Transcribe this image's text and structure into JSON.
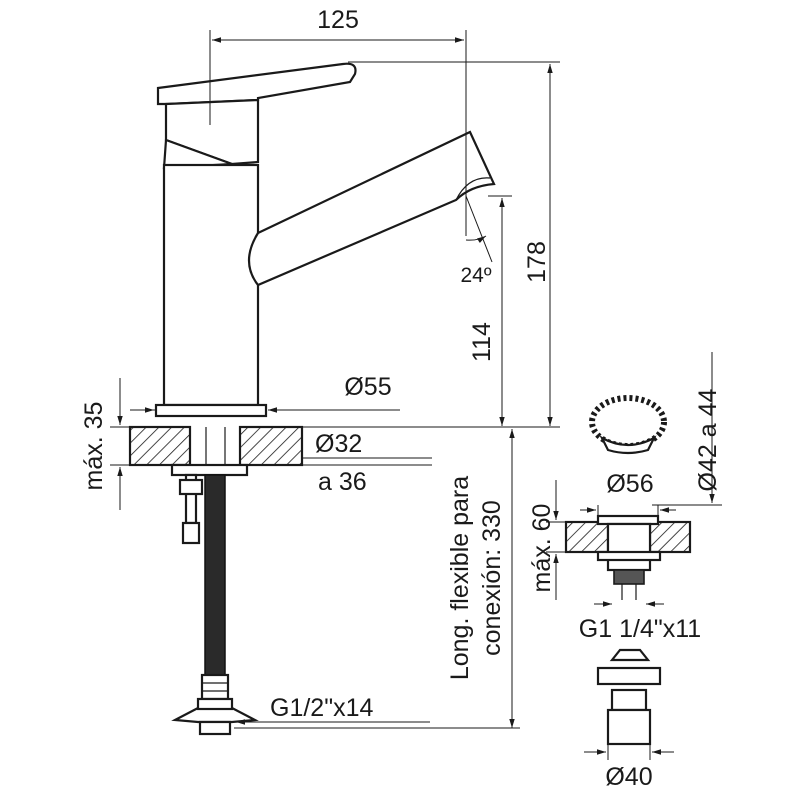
{
  "dimensions": {
    "width_125": "125",
    "height_178": "178",
    "height_114": "114",
    "angle_24": "24º",
    "base_dia": "Ø55",
    "max_35": "máx. 35",
    "hole_dia": "Ø32",
    "hole_dia_range": "a 36",
    "hose_line1": "Long. flexible para",
    "hose_line2": "conexión: 330",
    "inlet_thread": "G1/2\"x14",
    "waste_range": "Ø42 a 44",
    "flange_dia": "Ø56",
    "max_60": "máx. 60",
    "waste_thread": "G1 1/4\"x11",
    "tail_dia": "Ø40"
  }
}
